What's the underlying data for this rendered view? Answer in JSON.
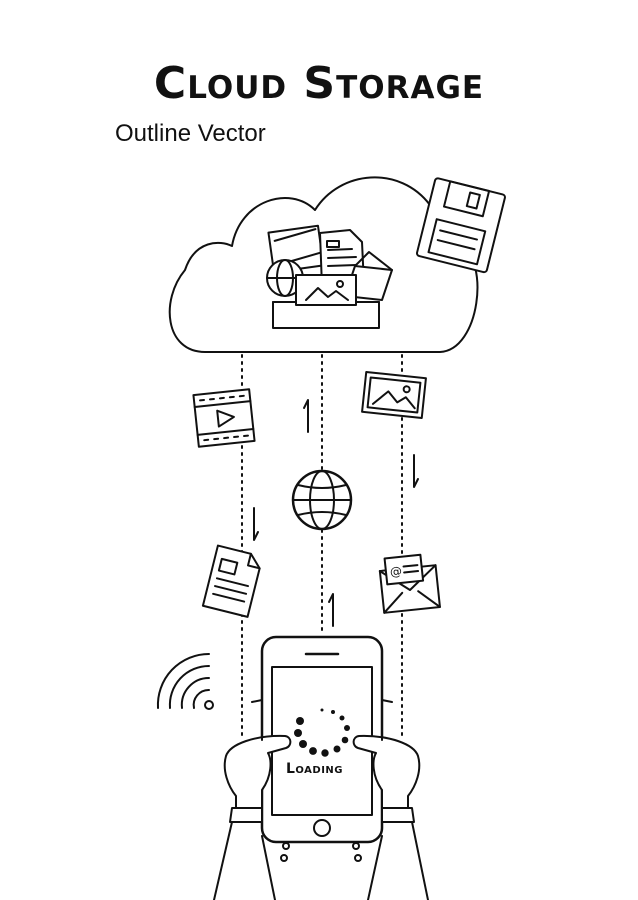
{
  "title": "Cloud Storage",
  "subtitle": "Outline Vector",
  "phone": {
    "status": "Loading"
  },
  "colors": {
    "ink": "#111111",
    "background": "#ffffff"
  },
  "icons": [
    "cloud-icon",
    "floppy-disk-icon",
    "film-icon",
    "image-icon",
    "globe-icon",
    "document-icon",
    "email-icon",
    "wifi-icon",
    "smartphone-icon",
    "hands-icon",
    "loading-spinner-icon",
    "arrow-up-icon",
    "arrow-down-icon",
    "folder-tray-icon"
  ]
}
